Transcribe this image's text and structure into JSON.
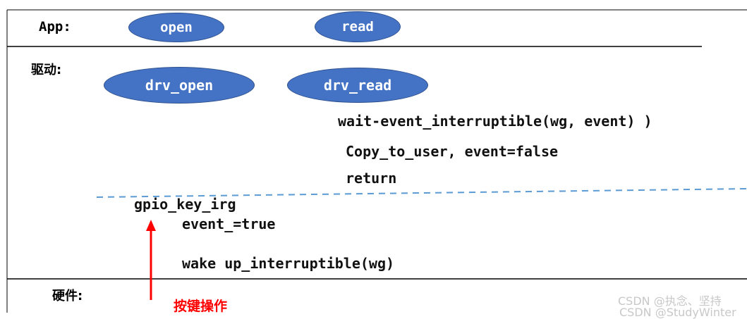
{
  "layers": {
    "app": "App:",
    "driver": "驱动:",
    "hardware": "硬件:"
  },
  "app_nodes": {
    "open": "open",
    "read": "read"
  },
  "driver_nodes": {
    "drv_open": "drv_open",
    "drv_read": "drv_read"
  },
  "read_steps": {
    "wait": "wait-event_interruptible(wg, event) )",
    "copy": "Copy_to_user, event=false",
    "ret": "return"
  },
  "irq": {
    "title": "gpio_key_irg",
    "set_event": "event_=true",
    "wake": "wake up_interruptible(wg)"
  },
  "key_action": "按键操作",
  "watermark": {
    "line1": "CSDN @执念、坚持",
    "line2": "CSDN @StudyWinter"
  },
  "colors": {
    "node_fill": "#4472c4",
    "dashed": "#5b9bd5",
    "arrow": "#ff0000"
  }
}
